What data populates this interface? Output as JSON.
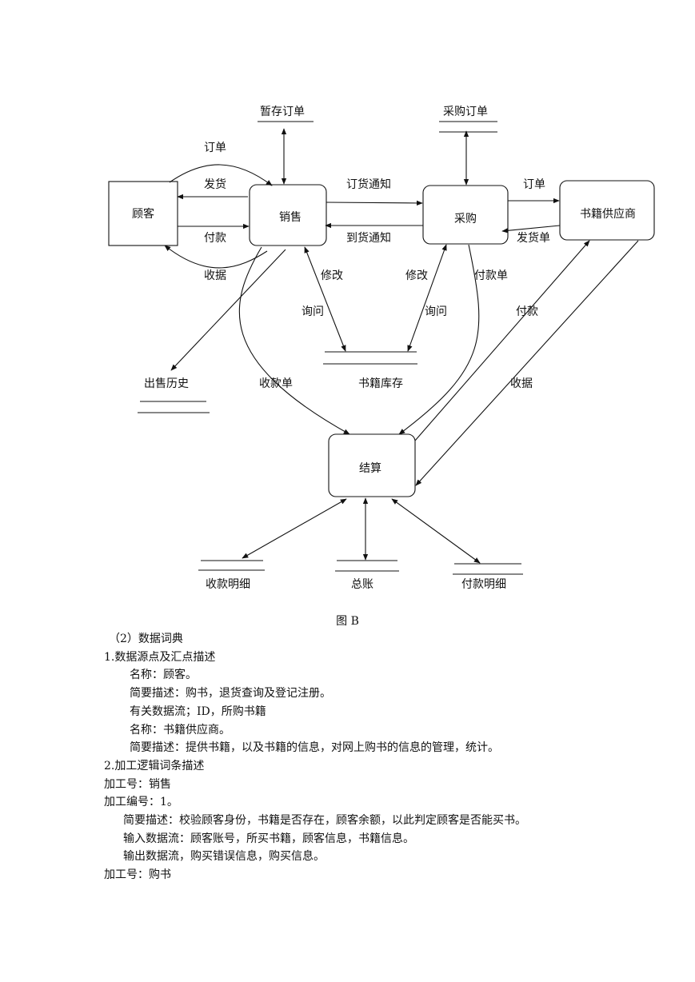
{
  "diagram": {
    "nodes": {
      "customer": "顾客",
      "sales": "销售",
      "purchase": "采购",
      "supplier": "书籍供应商",
      "settlement": "结算"
    },
    "stores": {
      "temp_order": "暂存订单",
      "purchase_order": "采购订单",
      "sales_history": "出售历史",
      "inventory": "书籍库存",
      "receipt_detail": "收款明细",
      "ledger": "总账",
      "payment_detail": "付款明细"
    },
    "flows": {
      "order_in": "订单",
      "ship": "发货",
      "pay": "付款",
      "receipt": "收据",
      "order_notice": "订货通知",
      "arrival_notice": "到货通知",
      "order_out": "订单",
      "delivery_note": "发货单",
      "modify_sales": "修改",
      "query_sales": "询问",
      "modify_purchase": "修改",
      "query_purchase": "询问",
      "payment_note": "付款单",
      "receipt_note": "收款单",
      "payment": "付款",
      "receipt2": "收据"
    }
  },
  "caption": "图 B",
  "document": {
    "lines": [
      "（2）数据词典",
      "1.数据源点及汇点描述",
      "名称：顾客。",
      "简要描述：购书，退货查询及登记注册。",
      "有关数据流；ID，所购书籍",
      "名称：书籍供应商。",
      "简要描述：提供书籍，以及书籍的信息，对网上购书的信息的管理，统计。",
      "2.加工逻辑词条描述",
      "加工号：销售",
      "加工编号：1。",
      "简要描述：校验顾客身份，书籍是否存在，顾客余额，以此判定顾客是否能买书。",
      "输入数据流：顾客账号，所买书籍，顾客信息，书籍信息。",
      "输出数据流，购买错误信息，购买信息。",
      "加工号：购书"
    ]
  }
}
